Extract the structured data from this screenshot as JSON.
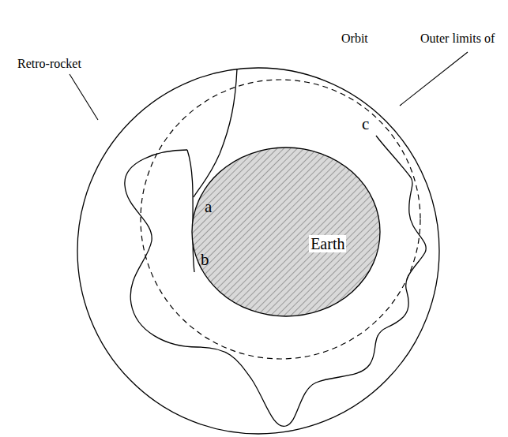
{
  "diagram": {
    "nodes": [
      {
        "text": [
          "Earth"
        ]
      }
    ],
    "labels": [
      "Retro-rocket",
      "Orbit",
      "Outer limits of",
      "a",
      "b",
      "c"
    ]
  }
}
